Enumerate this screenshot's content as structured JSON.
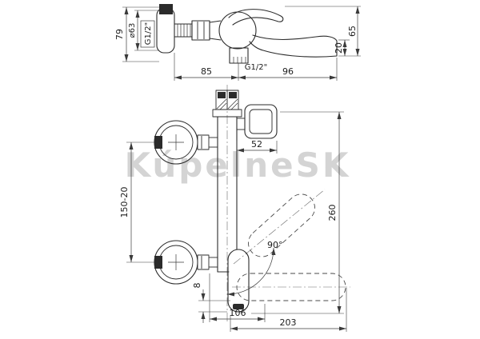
{
  "watermark": {
    "text": "KúpelneSK"
  },
  "side_view": {
    "dims": {
      "height_79": "79",
      "escutcheon_diameter": "⌀63",
      "inlet_thread": "G1/2\"",
      "spout_tip_height": "20",
      "spout_height": "65",
      "wall_to_outlet": "85",
      "outlet_thread": "G1/2\"",
      "outlet_to_tip": "96"
    }
  },
  "front_view": {
    "dims": {
      "handle_depth": "52",
      "inlet_spacing": "150-20",
      "overall_height": "260",
      "swivel_angle": "90°",
      "tip_offset": "8",
      "reach_center": "106",
      "overall_reach": "203"
    }
  }
}
